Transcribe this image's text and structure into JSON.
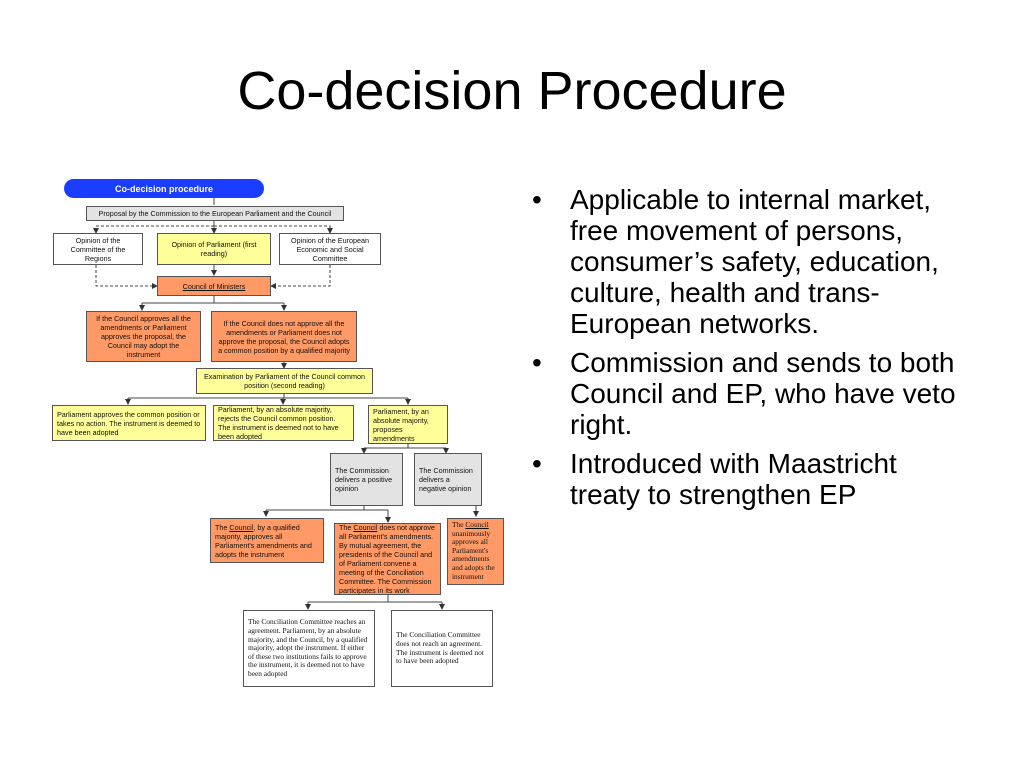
{
  "slide": {
    "title": "Co-decision Procedure",
    "bullets": [
      "Applicable to internal market, free movement of persons, consumer’s safety, education, culture, health and trans-European networks.",
      "Commission and sends to both Council and EP, who have veto right.",
      "Introduced with Maastricht treaty to strengthen EP"
    ]
  },
  "diagram": {
    "header": "Co-decision procedure",
    "proposal": "Proposal by the Commission to the European Parliament and the Council",
    "opinion_regions": "Opinion of the Committee of the Regions",
    "opinion_parliament": "Opinion of Parliament (first reading)",
    "opinion_esc": "Opinion of the European Economic and Social Committee",
    "council_of_ministers": "Council of Ministers",
    "council_approves": "If the Council approves all the amendments or Parliament approves the proposal, the Council may adopt the instrument",
    "council_not_approve": "If the Council does not approve all the amendments or Parliament does not approve the proposal, the Council adopts a common position by a qualified majority",
    "second_reading": "Examination by Parliament of the Council common position (second reading)",
    "parl_approves": "Parliament approves the common position or takes no action. The instrument is deemed to have been adopted",
    "parl_rejects": "Parliament, by an absolute majority, rejects the Council common position. The instrument is deemed not to have been adopted",
    "parl_amends": "Parliament, by an absolute majority, proposes amendments",
    "commission_positive": "The Commission delivers a positive opinion",
    "commission_negative": "The Commission delivers a negative opinion",
    "council_qm_pre": "The ",
    "council_qm_link": "Council",
    "council_qm_post": ", by a qualified majority, approves all Parliament's amendments and adopts the instrument",
    "council_not_pre": "The ",
    "council_not_link": "Council",
    "council_not_post": " does not approve all Parliament's amendments. By mutual agreement, the presidents of the Council and of Parliament convene a meeting of the Conciliation Committee. The Commission participates in its work",
    "council_unan_pre": "The ",
    "council_unan_link": "Council",
    "council_unan_post": " unanimously approves all Parliament's amendments and adopts the instrument",
    "conciliation_agreement": "The Conciliation Committee reaches an agreement. Parliament, by an absolute majority, and the Council, by a qualified majority, adopt the instrument. If either of these two institutions fails to approve the instrument, it is deemed not to have been adopted",
    "conciliation_no_agreement": "The Conciliation Committee does not reach an agreement. The instrument is deemed not to have been adopted"
  },
  "colors": {
    "header_blue": "#1a3dff",
    "yellow": "#ffff99",
    "salmon": "#ff9966",
    "grey": "#e3e3e3"
  }
}
